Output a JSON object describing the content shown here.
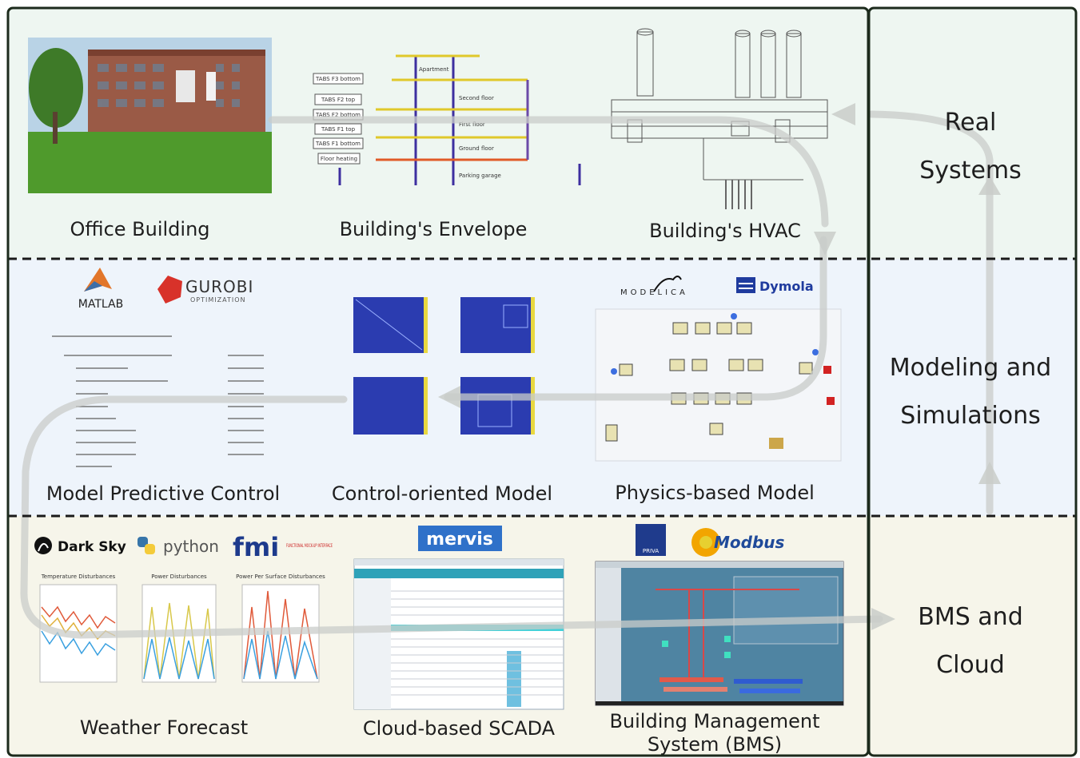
{
  "rows": {
    "real": {
      "side_label": [
        "Real",
        "Systems"
      ],
      "panels": [
        {
          "label": "Office Building"
        },
        {
          "label": "Building's Envelope"
        },
        {
          "label": "Building's HVAC"
        }
      ]
    },
    "modeling": {
      "side_label": [
        "Modeling and",
        "Simulations"
      ],
      "panels": [
        {
          "label": "Model Predictive Control"
        },
        {
          "label": "Control-oriented Model"
        },
        {
          "label": "Physics-based Model"
        }
      ]
    },
    "bms": {
      "side_label": [
        "BMS and",
        "Cloud"
      ],
      "panels": [
        {
          "label": "Weather Forecast"
        },
        {
          "label": "Cloud-based SCADA"
        },
        {
          "label": "Building Management",
          "label2": "System (BMS)"
        }
      ]
    }
  },
  "logos": {
    "matlab": "MATLAB",
    "gurobi": "GUROBI",
    "gurobi_sub": "OPTIMIZATION",
    "modelica": "MODELICA",
    "dymola": "Dymola",
    "darksky": "Dark Sky",
    "python": "python",
    "fmi": "fmi",
    "fmi_sub": "FUNCTIONAL MOCK-UP INTERFACE",
    "mervis": "mervis",
    "priva": "PRIVA",
    "modbus": "Modbus"
  },
  "envelope_tags": [
    "TABS F3 bottom",
    "TABS F2 top",
    "TABS F2 bottom",
    "TABS F1 top",
    "TABS F1 bottom",
    "Floor heating"
  ],
  "envelope_floors": [
    "Apartment",
    "Second floor",
    "First floor",
    "Ground floor",
    "Parking garage"
  ],
  "weather_plot_titles": [
    "Temperature Disturbances",
    "Power Disturbances",
    "Power Per Surface Disturbances"
  ],
  "colors": {
    "row_real": "#eef6f1",
    "row_modeling": "#eef4fb",
    "row_bms": "#f6f5ea",
    "border": "#1c2a1c",
    "flow_arrow": "#d0d4d0"
  }
}
